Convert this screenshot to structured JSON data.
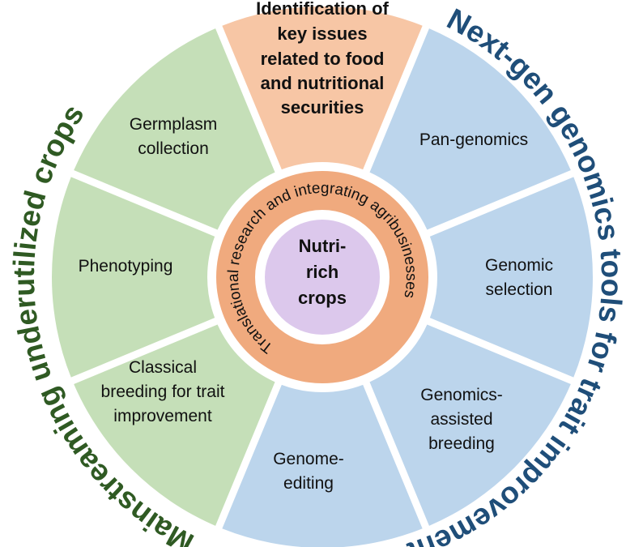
{
  "center": {
    "lines": [
      "Nutri-",
      "rich",
      "crops"
    ]
  },
  "ring": {
    "text": "Translational research and integrating agribusinesses"
  },
  "top_wedge": {
    "lines": [
      "Identification of",
      "key issues",
      "related to food",
      "and nutritional",
      "securities"
    ]
  },
  "left_group": {
    "title": "Mainstreaming underutilized crops",
    "wedges": [
      {
        "lines": [
          "Germplasm",
          "collection"
        ]
      },
      {
        "lines": [
          "Phenotyping"
        ]
      },
      {
        "lines": [
          "Classical",
          "breeding for trait",
          "improvement"
        ]
      }
    ]
  },
  "right_group": {
    "title": "Next-gen genomics tools for trait improvement",
    "wedges": [
      {
        "lines": [
          "Pan-genomics"
        ]
      },
      {
        "lines": [
          "Genomic",
          "selection"
        ]
      },
      {
        "lines": [
          "Genomics-",
          "assisted",
          "breeding"
        ]
      },
      {
        "lines": [
          "Genome-",
          "editing"
        ]
      }
    ]
  },
  "colors": {
    "green_wedge": "#c5dfb8",
    "blue_wedge": "#bcd5ec",
    "orange_wedge": "#f7c6a5",
    "orange_ring": "#f0aa7e",
    "purple_center": "#dcc8ec",
    "green_title": "#2f5a23",
    "blue_title": "#1f4e79"
  }
}
